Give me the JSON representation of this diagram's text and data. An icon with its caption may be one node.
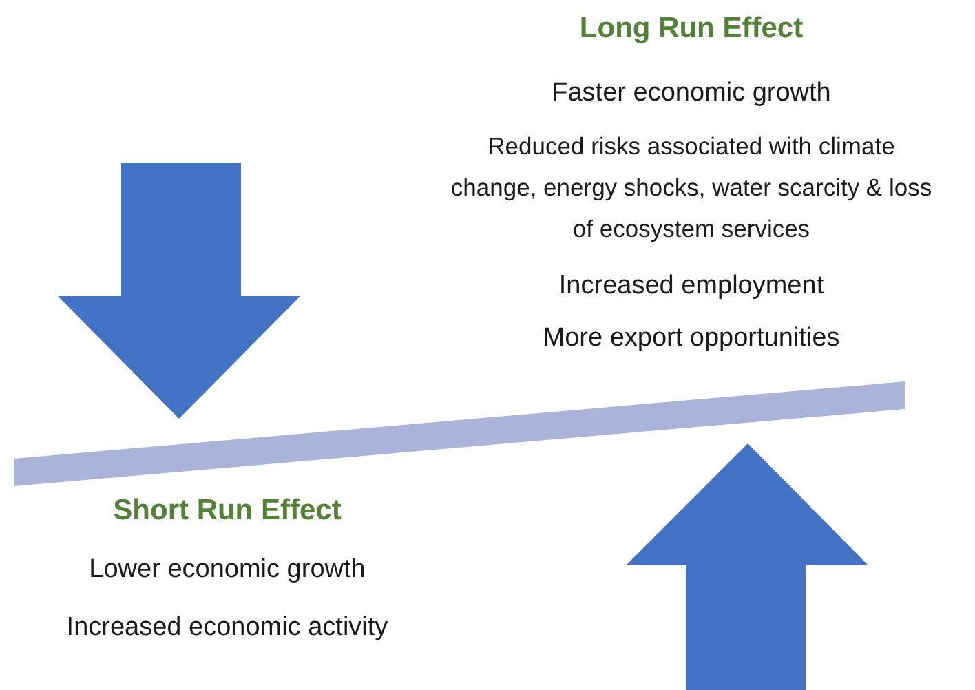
{
  "diagram": {
    "labels": [
      "Long Run Effect",
      "Faster economic growth",
      "Reduced risks associated with climate change, energy shocks, water scarcity & loss of ecosystem services",
      "Increased employment",
      "More export opportunities",
      "Short Run Effect",
      "Lower economic growth",
      "Increased economic activity"
    ]
  }
}
